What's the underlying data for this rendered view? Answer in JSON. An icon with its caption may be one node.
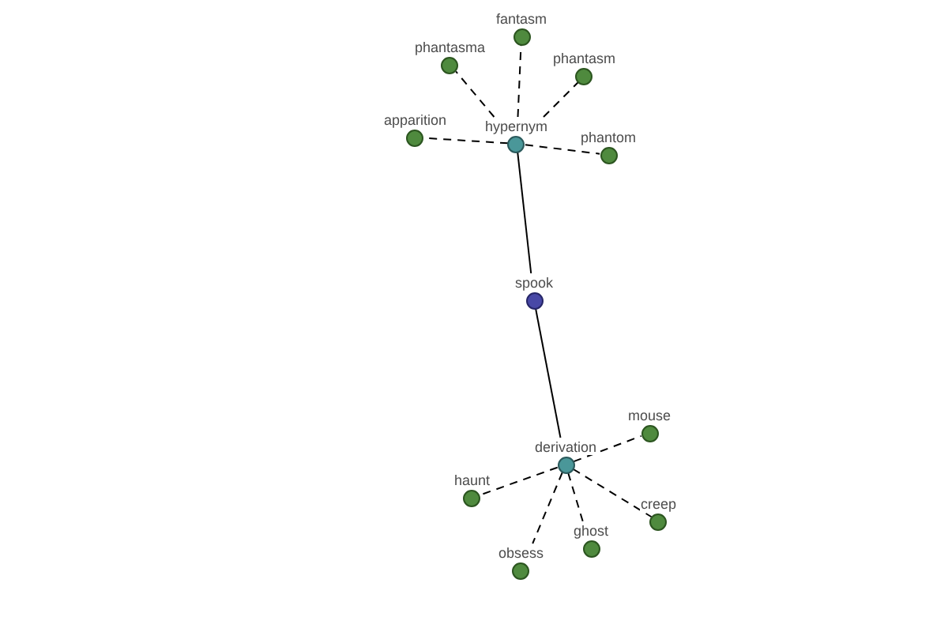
{
  "diagram": {
    "nodes": [
      {
        "text": [
          "fantasm"
        ]
      },
      {
        "text": [
          "phantasma"
        ]
      },
      {
        "text": [
          "phantasm"
        ]
      },
      {
        "text": [
          "apparition"
        ]
      },
      {
        "text": [
          "hypernym"
        ]
      },
      {
        "text": [
          "phantom"
        ]
      },
      {
        "text": [
          "spook"
        ]
      },
      {
        "text": [
          "mouse"
        ]
      },
      {
        "text": [
          "derivation"
        ]
      },
      {
        "text": [
          "haunt"
        ]
      },
      {
        "text": [
          "creep"
        ]
      },
      {
        "text": [
          "ghost"
        ]
      },
      {
        "text": [
          "obsess"
        ]
      }
    ],
    "edges": [
      {
        "from": 4,
        "to": 0,
        "arrow": "none",
        "style": "dashed"
      },
      {
        "from": 4,
        "to": 1,
        "arrow": "none",
        "style": "dashed"
      },
      {
        "from": 4,
        "to": 2,
        "arrow": "none",
        "style": "dashed"
      },
      {
        "from": 4,
        "to": 3,
        "arrow": "none",
        "style": "dashed"
      },
      {
        "from": 4,
        "to": 5,
        "arrow": "none",
        "style": "dashed"
      },
      {
        "from": 6,
        "to": 4,
        "arrow": "none"
      },
      {
        "from": 6,
        "to": 8,
        "arrow": "none"
      },
      {
        "from": 8,
        "to": 7,
        "arrow": "none",
        "style": "dashed"
      },
      {
        "from": 8,
        "to": 9,
        "arrow": "none",
        "style": "dashed"
      },
      {
        "from": 8,
        "to": 10,
        "arrow": "none",
        "style": "dashed"
      },
      {
        "from": 8,
        "to": 11,
        "arrow": "none",
        "style": "dashed"
      },
      {
        "from": 8,
        "to": 12,
        "arrow": "none",
        "style": "dashed"
      }
    ]
  }
}
